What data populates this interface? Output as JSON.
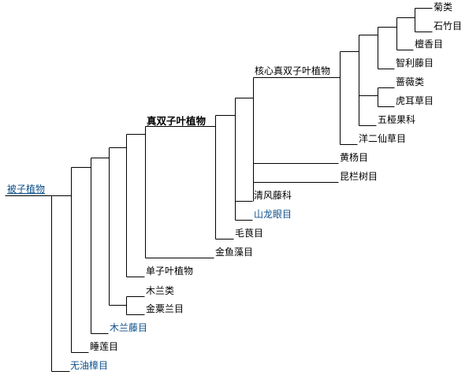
{
  "colors": {
    "line": "#000000",
    "text": "#000000",
    "link": "#0b4f8a"
  },
  "labels": {
    "angiosperms": "被子植物",
    "amborellales": "无油樟目",
    "nymphaeales": "睡莲目",
    "austrobaileyales": "木兰藤目",
    "magnoliids": "木兰类",
    "chloranthales": "金粟兰目",
    "monocots": "单子叶植物",
    "ceratophyllales": "金鱼藻目",
    "eudicots": "真双子叶植物",
    "ranunculales": "毛茛目",
    "proteales": "山龙眼目",
    "sabiaceae": "清风藤科",
    "trochodendrales": "昆栏树目",
    "buxales": "黄杨目",
    "core_eudicots": "核心真双子叶植物",
    "gunnerales": "洋二仙草目",
    "dilleniaceae": "五桠果科",
    "saxifragales": "虎耳草目",
    "rosids": "蔷薇类",
    "berberidopsidales": "智利藤目",
    "santalales": "檀香目",
    "caryophyllales": "石竹目",
    "asterids": "菊类"
  }
}
